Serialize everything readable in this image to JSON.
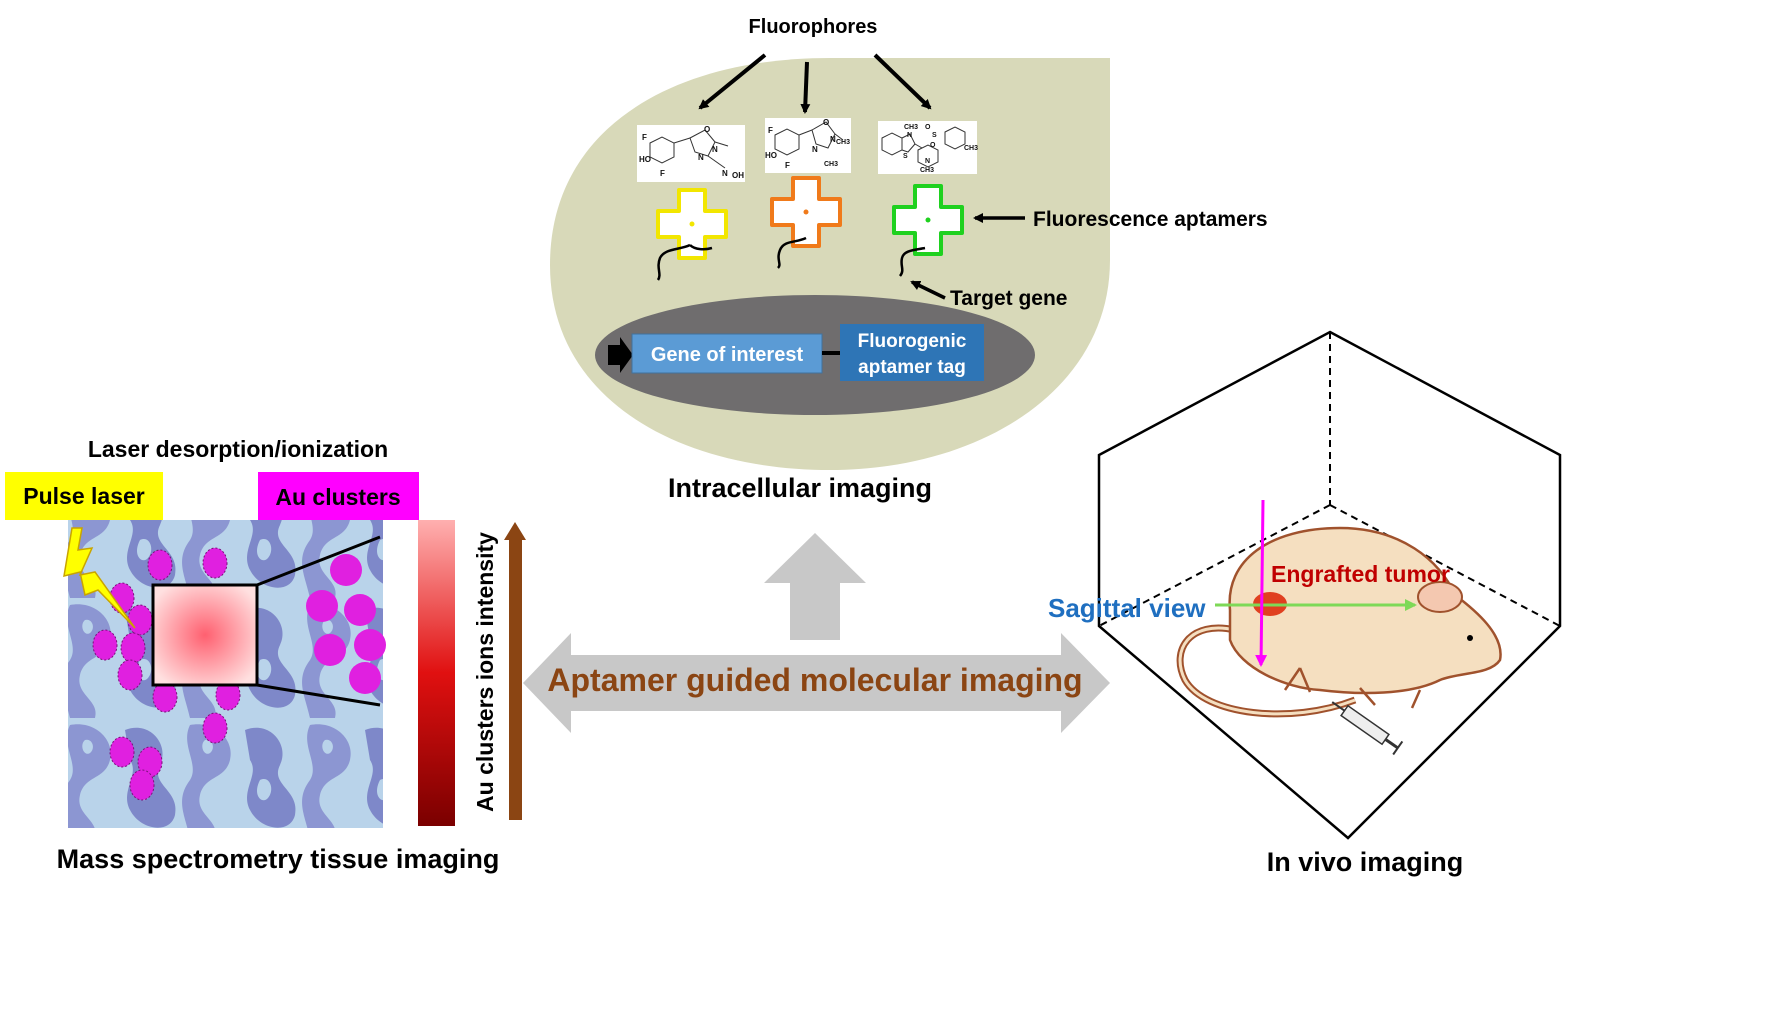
{
  "intracellular": {
    "fluorophores_label": "Fluorophores",
    "fluorescence_aptamers_label": "Fluorescence aptamers",
    "target_gene_label": "Target gene",
    "gene_of_interest": "Gene of interest",
    "tag_line1": "Fluorogenic",
    "tag_line2": "aptamer tag",
    "caption": "Intracellular imaging",
    "aptamer_colors": [
      "#f2e600",
      "#f07a1a",
      "#1fd11f"
    ],
    "chem_labels_1": [
      "F",
      "HO",
      "F",
      "O",
      "N",
      "N",
      "N",
      "OH"
    ],
    "chem_labels_2": [
      "F",
      "HO",
      "F",
      "O",
      "N",
      "N",
      "CH3",
      "CH3"
    ],
    "chem_labels_3": [
      "CH3",
      "N",
      "S",
      "O",
      "S",
      "O",
      "CH3",
      "N",
      "CH3"
    ]
  },
  "mass_spec": {
    "laser_label": "Laser desorption/ionization",
    "pulse_laser": "Pulse laser",
    "au_clusters": "Au clusters",
    "intensity_label": "Au clusters ions intensity",
    "caption": "Mass spectrometry tissue imaging",
    "colors": {
      "pulse_bg": "#ffff00",
      "au_bg": "#ff00ff",
      "cluster": "#e020e0"
    }
  },
  "center": {
    "title": "Aptamer guided molecular imaging",
    "title_color": "#8b4513"
  },
  "in_vivo": {
    "engrafted_tumor": "Engrafted tumor",
    "sagittal_view": "Sagittal view",
    "caption": "In vivo imaging",
    "colors": {
      "tumor_text": "#c00000",
      "sagittal_text": "#1f6fc0"
    }
  }
}
